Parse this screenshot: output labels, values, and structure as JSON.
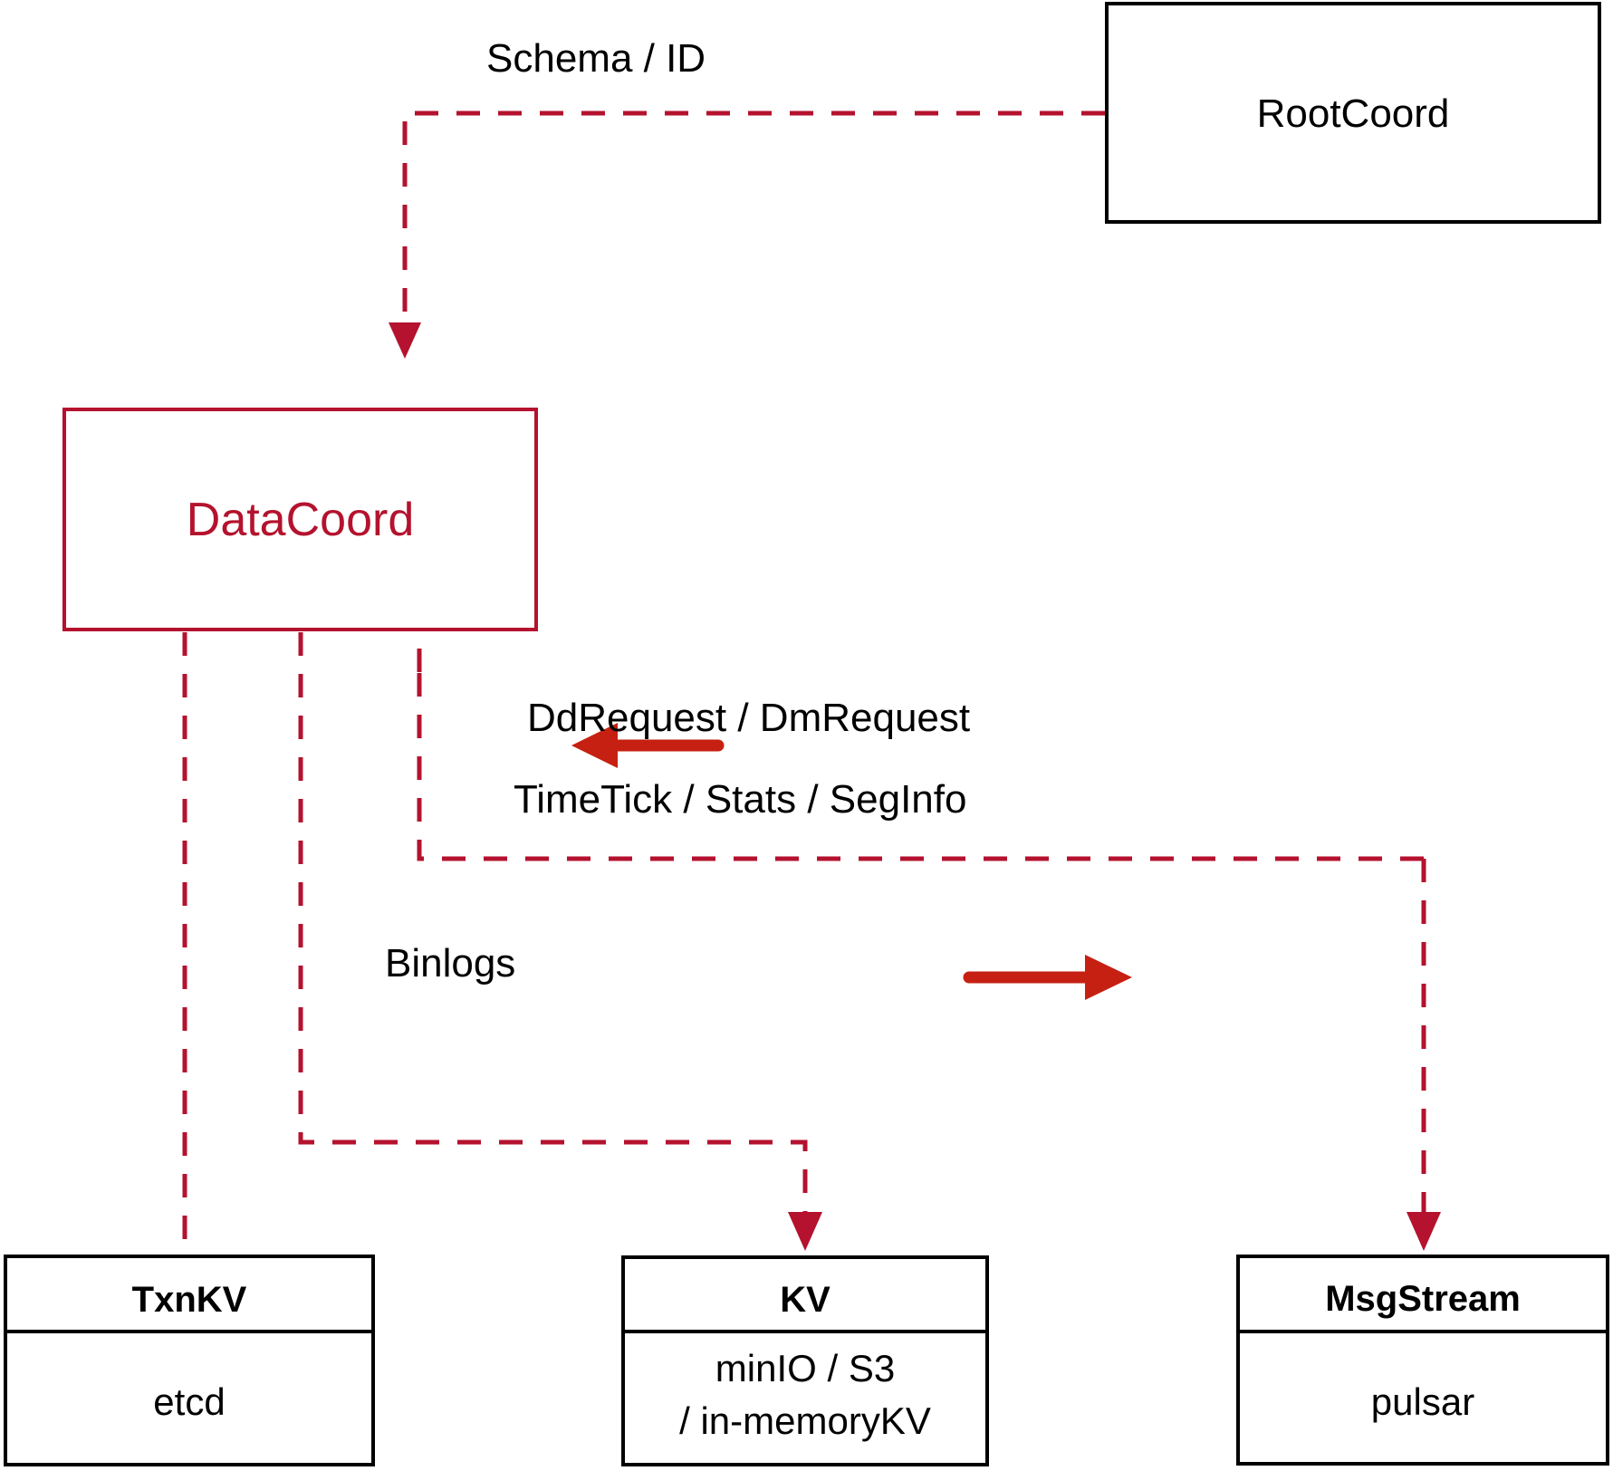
{
  "diagram": {
    "title": "DataCoord component interaction diagram",
    "colors": {
      "dashed_red": "#B4122E",
      "solid_arrow_red": "#C62012",
      "box_black": "#000000",
      "background": "#FFFFFF"
    },
    "nodes": [
      {
        "id": "rootcoord",
        "label": "RootCoord",
        "style": "black-plain",
        "sub": null
      },
      {
        "id": "datacoord",
        "label": "DataCoord",
        "style": "red-plain",
        "sub": null
      },
      {
        "id": "txnkv",
        "label": "TxnKV",
        "style": "black-bold",
        "sub": "etcd"
      },
      {
        "id": "kv",
        "label": "KV",
        "style": "black-bold",
        "sub_line1": "minIO / S3",
        "sub_line2": "/ in-memoryKV"
      },
      {
        "id": "msgstream",
        "label": "MsgStream",
        "style": "black-bold",
        "sub": "pulsar"
      }
    ],
    "edge_labels": [
      {
        "id": "schema-id",
        "text": "Schema / ID"
      },
      {
        "id": "dd-dm-request",
        "text": "DdRequest / DmRequest"
      },
      {
        "id": "timetick-stats-seginfo",
        "text": "TimeTick / Stats / SegInfo"
      },
      {
        "id": "binlogs",
        "text": "Binlogs"
      }
    ],
    "arrows": [
      {
        "id": "rootcoord-to-datacoord",
        "direction": "down",
        "kind": "dashed"
      },
      {
        "id": "msgstream-to-datacoord",
        "direction": "up",
        "kind": "dashed"
      },
      {
        "id": "datacoord-to-kv",
        "direction": "down",
        "kind": "dashed"
      },
      {
        "id": "datacoord-to-msgstream",
        "direction": "down",
        "kind": "dashed"
      },
      {
        "id": "inbound-flow-indicator",
        "direction": "left",
        "kind": "solid"
      },
      {
        "id": "outbound-flow-indicator",
        "direction": "right",
        "kind": "solid"
      }
    ]
  }
}
